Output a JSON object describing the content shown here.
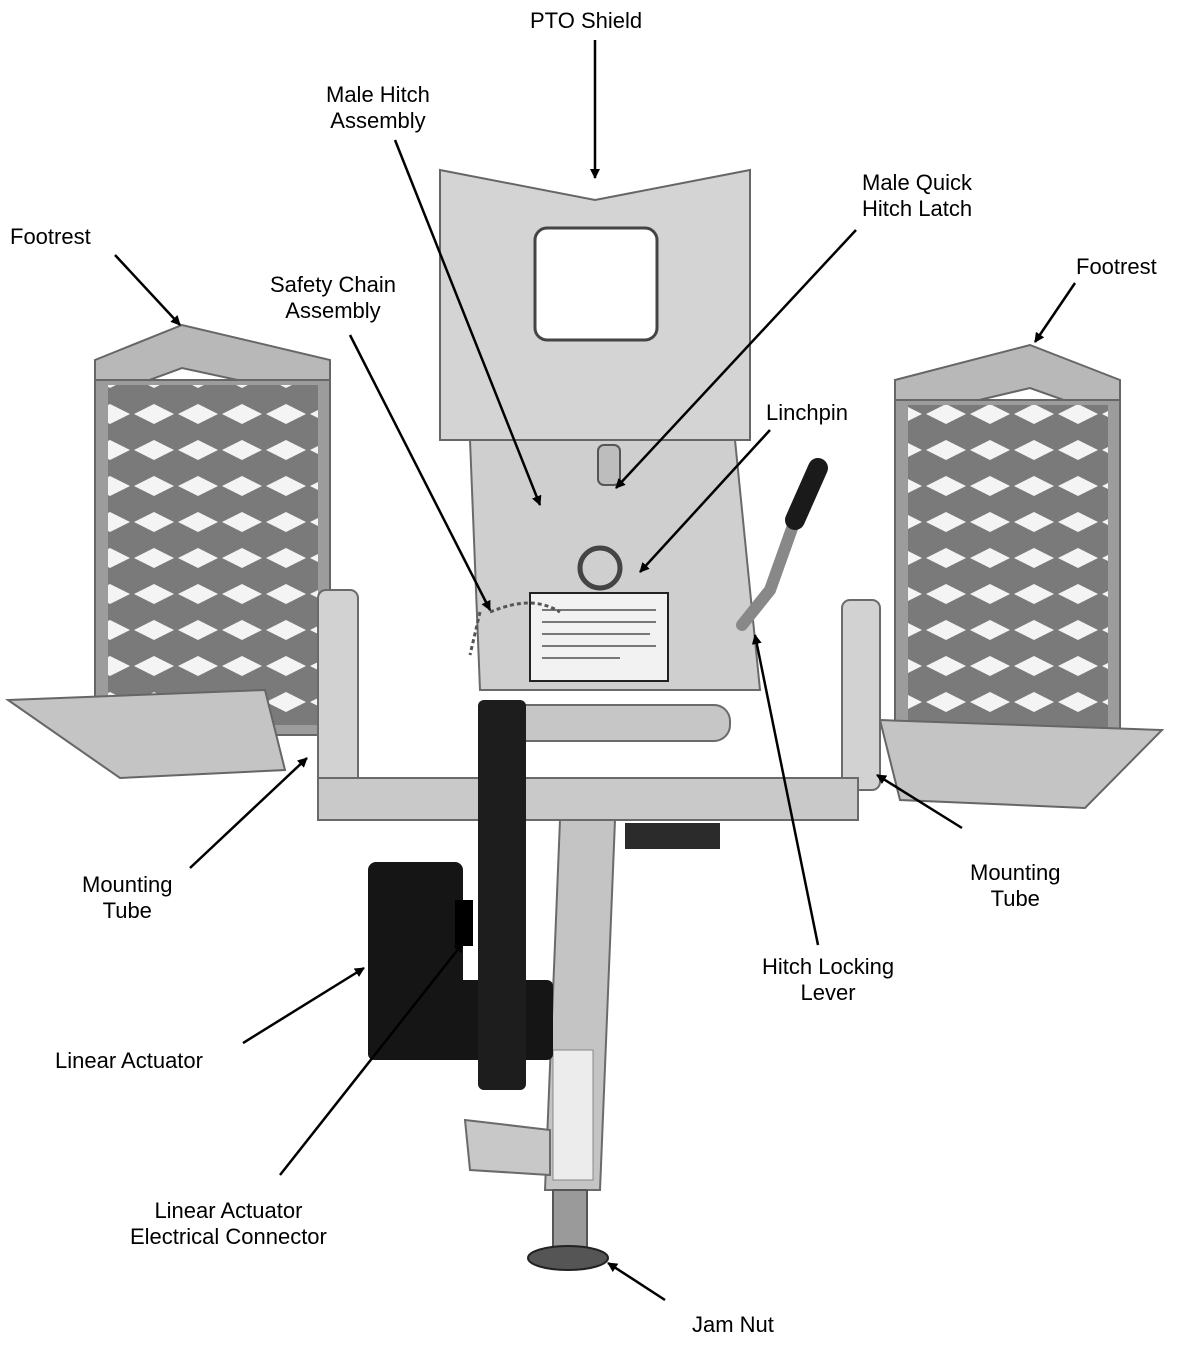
{
  "labels": {
    "pto_shield": [
      "PTO Shield"
    ],
    "male_hitch_assembly": [
      "Male Hitch",
      "Assembly"
    ],
    "male_quick_hitch_latch": [
      "Male Quick",
      "Hitch Latch"
    ],
    "footrest_left": [
      "Footrest"
    ],
    "footrest_right": [
      "Footrest"
    ],
    "safety_chain_assembly": [
      "Safety Chain",
      "Assembly"
    ],
    "linchpin": [
      "Linchpin"
    ],
    "mounting_tube_left": [
      "Mounting",
      "Tube"
    ],
    "mounting_tube_right": [
      "Mounting",
      "Tube"
    ],
    "hitch_locking_lever": [
      "Hitch Locking",
      "Lever"
    ],
    "linear_actuator": [
      "Linear Actuator"
    ],
    "linear_actuator_electrical_connector": [
      "Linear Actuator",
      "Electrical Connector"
    ],
    "jam_nut": [
      "Jam Nut"
    ]
  },
  "colors": {
    "metal": "#c6c6c6",
    "metal_dark": "#9a9a9a",
    "metal_light": "#e2e2e2",
    "actuator": "#151515",
    "leader": "#000000"
  }
}
